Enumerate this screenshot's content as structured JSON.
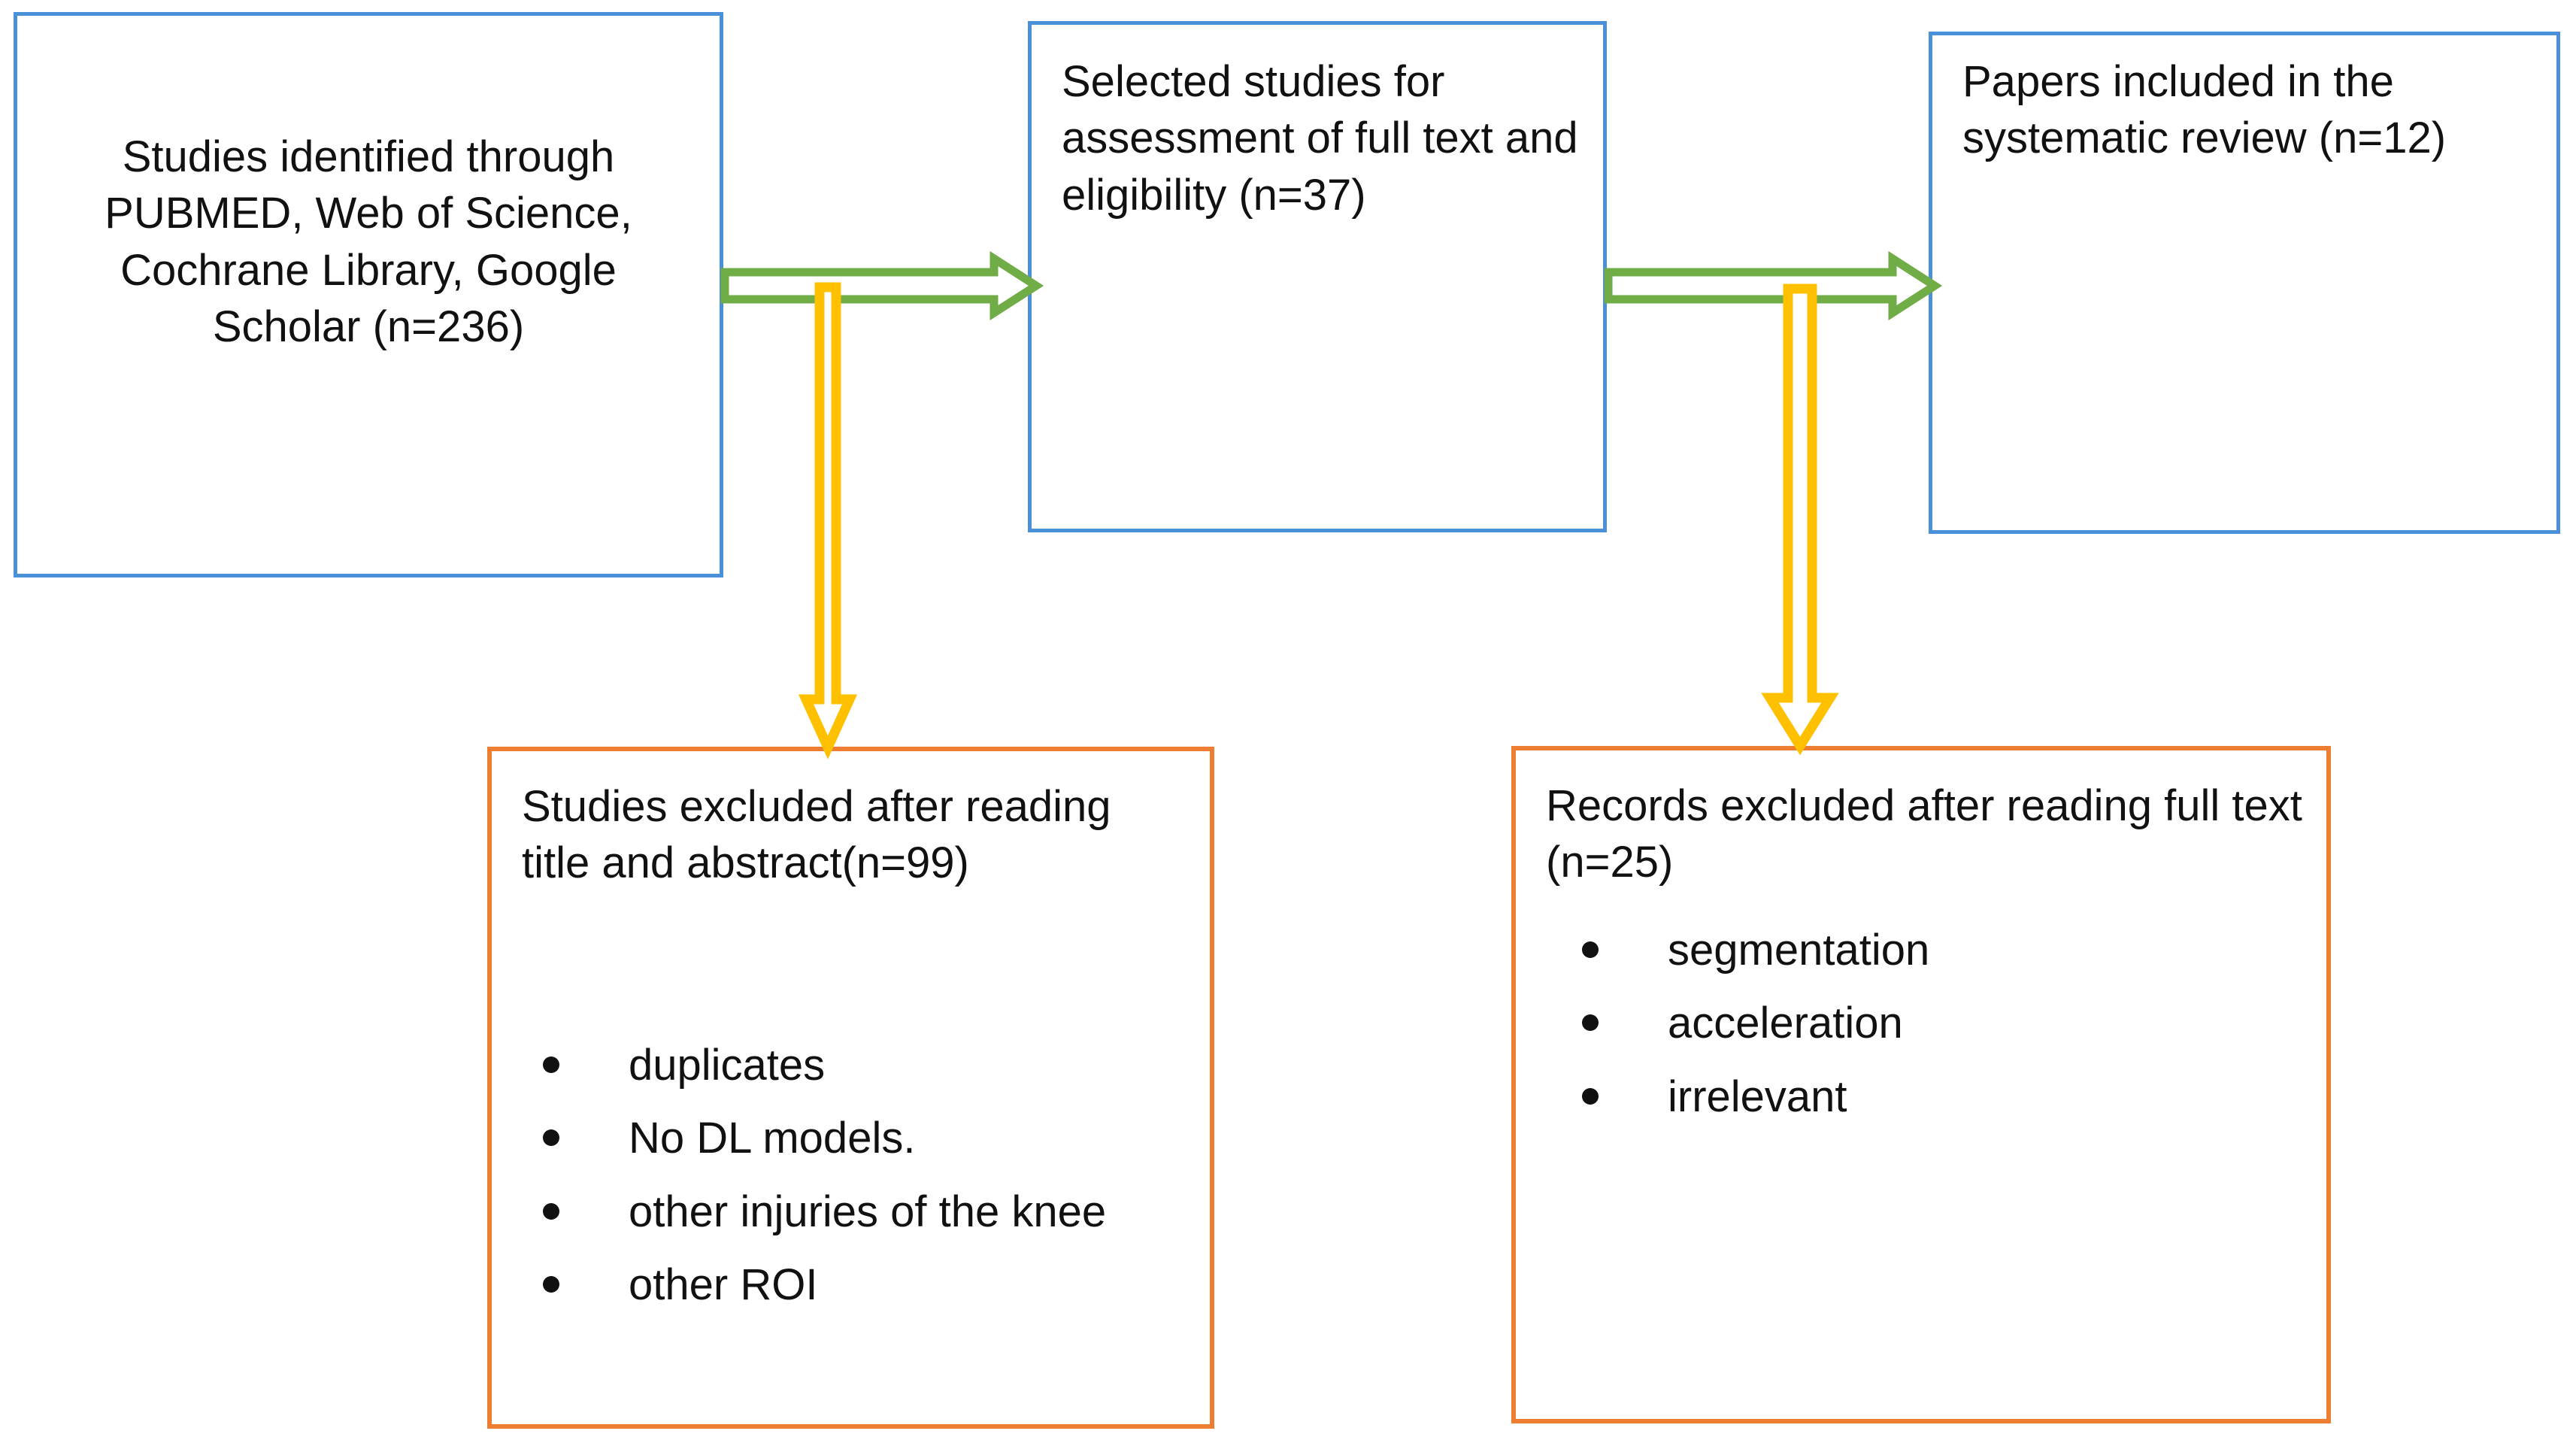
{
  "diagram": {
    "title": "PRISMA study selection flow diagram",
    "colors": {
      "box_blue": "#4A90D9",
      "box_orange": "#ED7D31",
      "arrow_green": "#70AD47",
      "arrow_yellow": "#FFC000",
      "text": "#111111",
      "background": "#FFFFFF"
    },
    "nodes": [
      {
        "id": "identified",
        "kind": "source-box",
        "border_color": "#4A90D9",
        "text": "Studies identified through PUBMED, Web of Science, Cochrane Library, Google Scholar (n=236)",
        "count_label": "(n=236)",
        "count": 236
      },
      {
        "id": "selected",
        "kind": "eligibility-box",
        "border_color": "#4A90D9",
        "text": " Selected studies for assessment of full text and eligibility (n=37)",
        "count_label": "(n=37)",
        "count": 37
      },
      {
        "id": "included",
        "kind": "included-box",
        "border_color": "#4A90D9",
        "text": "Papers included in the systematic review (n=12)",
        "count_label": "(n=12)",
        "count": 12
      },
      {
        "id": "excluded-title-abstract",
        "kind": "excluded-box",
        "border_color": "#ED7D31",
        "text": "Studies excluded after reading title and abstract(n=99)",
        "count_label": "(n=99)",
        "count": 99,
        "reasons": [
          "duplicates",
          "No DL models.",
          "other injuries of the knee",
          "other ROI"
        ]
      },
      {
        "id": "excluded-full-text",
        "kind": "excluded-box",
        "border_color": "#ED7D31",
        "text": "Records excluded after reading full text (n=25)",
        "count_label": "(n=25)",
        "count": 25,
        "reasons": [
          "segmentation",
          "acceleration",
          "irrelevant"
        ]
      }
    ],
    "connectors": [
      {
        "id": "identified-to-selected",
        "icon": "right-block-arrow-icon",
        "color": "#70AD47",
        "direction": "right",
        "from": "identified",
        "to": "selected"
      },
      {
        "id": "selected-to-included",
        "icon": "right-block-arrow-icon",
        "color": "#70AD47",
        "direction": "right",
        "from": "selected",
        "to": "included"
      },
      {
        "id": "identified-to-excluded-title-abstract",
        "icon": "down-block-arrow-icon",
        "color": "#FFC000",
        "direction": "down",
        "from": "identified-to-selected",
        "to": "excluded-title-abstract"
      },
      {
        "id": "selected-to-excluded-full-text",
        "icon": "down-block-arrow-icon",
        "color": "#FFC000",
        "direction": "down",
        "from": "selected-to-included",
        "to": "excluded-full-text"
      }
    ]
  }
}
